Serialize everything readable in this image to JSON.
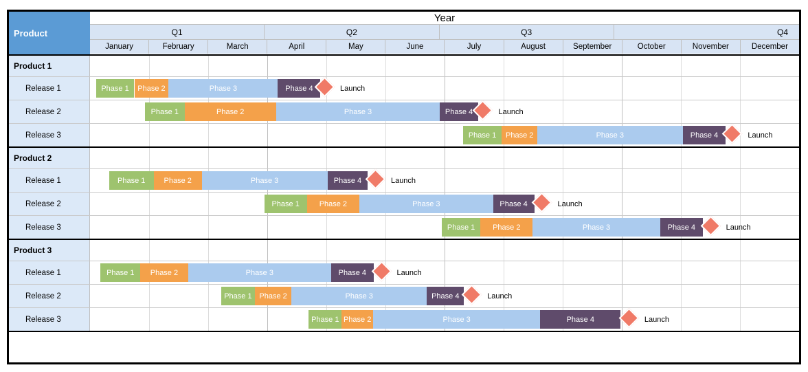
{
  "header": {
    "corner_label": "Product",
    "year_label": "Year",
    "quarters": [
      "Q1",
      "Q2",
      "Q3",
      "Q4"
    ],
    "months": [
      "January",
      "February",
      "March",
      "April",
      "May",
      "June",
      "July",
      "August",
      "September",
      "October",
      "November",
      "December"
    ]
  },
  "colors": {
    "corner_bg": "#5b9bd5",
    "header_row_bg": "#d8e4f4",
    "label_bg": "#dcе9f8",
    "label_cell_bg": "#dce9f8",
    "phase_colors": [
      "#9ec36e",
      "#f4a14a",
      "#abcbee",
      "#5f4b6b"
    ],
    "milestone_color": "#f07a67"
  },
  "chart_data": {
    "type": "bar",
    "subtype": "gantt",
    "title": "Year",
    "time_axis": {
      "quarters": [
        "Q1",
        "Q2",
        "Q3",
        "Q4"
      ],
      "months": [
        "January",
        "February",
        "March",
        "April",
        "May",
        "June",
        "July",
        "August",
        "September",
        "October",
        "November",
        "December"
      ],
      "unit": "month index, 0 = start of January, 12 = end of December"
    },
    "products": [
      {
        "name": "Product 1",
        "releases": [
          {
            "name": "Release 1",
            "phases": [
              {
                "label": "Phase 1",
                "start": 0.1,
                "end": 0.75
              },
              {
                "label": "Phase 2",
                "start": 0.75,
                "end": 1.33
              },
              {
                "label": "Phase 3",
                "start": 1.33,
                "end": 3.18
              },
              {
                "label": "Phase 4",
                "start": 3.18,
                "end": 3.9
              }
            ],
            "launch": {
              "label": "Launch",
              "month": 4.0
            }
          },
          {
            "name": "Release 2",
            "phases": [
              {
                "label": "Phase 1",
                "start": 0.93,
                "end": 1.6
              },
              {
                "label": "Phase 2",
                "start": 1.6,
                "end": 3.15
              },
              {
                "label": "Phase 3",
                "start": 3.15,
                "end": 5.92
              },
              {
                "label": "Phase 4",
                "start": 5.92,
                "end": 6.57
              }
            ],
            "launch": {
              "label": "Launch",
              "month": 6.68
            }
          },
          {
            "name": "Release 3",
            "phases": [
              {
                "label": "Phase 1",
                "start": 6.31,
                "end": 6.97
              },
              {
                "label": "Phase 2",
                "start": 6.97,
                "end": 7.57
              },
              {
                "label": "Phase 3",
                "start": 7.57,
                "end": 10.03
              },
              {
                "label": "Phase 4",
                "start": 10.03,
                "end": 10.76
              }
            ],
            "launch": {
              "label": "Launch",
              "month": 10.9
            }
          }
        ]
      },
      {
        "name": "Product 2",
        "releases": [
          {
            "name": "Release 1",
            "phases": [
              {
                "label": "Phase 1",
                "start": 0.32,
                "end": 1.08
              },
              {
                "label": "Phase 2",
                "start": 1.08,
                "end": 1.89
              },
              {
                "label": "Phase 3",
                "start": 1.89,
                "end": 4.02
              },
              {
                "label": "Phase 4",
                "start": 4.02,
                "end": 4.7
              }
            ],
            "launch": {
              "label": "Launch",
              "month": 4.86
            }
          },
          {
            "name": "Release 2",
            "phases": [
              {
                "label": "Phase 1",
                "start": 2.95,
                "end": 3.67
              },
              {
                "label": "Phase 2",
                "start": 3.67,
                "end": 4.56
              },
              {
                "label": "Phase 3",
                "start": 4.56,
                "end": 6.82
              },
              {
                "label": "Phase 4",
                "start": 6.82,
                "end": 7.52
              }
            ],
            "launch": {
              "label": "Launch",
              "month": 7.68
            }
          },
          {
            "name": "Release 3",
            "phases": [
              {
                "label": "Phase 1",
                "start": 5.95,
                "end": 6.61
              },
              {
                "label": "Phase 2",
                "start": 6.61,
                "end": 7.49
              },
              {
                "label": "Phase 3",
                "start": 7.49,
                "end": 9.65
              },
              {
                "label": "Phase 4",
                "start": 9.65,
                "end": 10.37
              }
            ],
            "launch": {
              "label": "Launch",
              "month": 10.53
            }
          }
        ]
      },
      {
        "name": "Product 3",
        "releases": [
          {
            "name": "Release 1",
            "phases": [
              {
                "label": "Phase 1",
                "start": 0.18,
                "end": 0.85
              },
              {
                "label": "Phase 2",
                "start": 0.85,
                "end": 1.66
              },
              {
                "label": "Phase 3",
                "start": 1.66,
                "end": 4.08
              },
              {
                "label": "Phase 4",
                "start": 4.08,
                "end": 4.8
              }
            ],
            "launch": {
              "label": "Launch",
              "month": 4.96
            }
          },
          {
            "name": "Release 2",
            "phases": [
              {
                "label": "Phase 1",
                "start": 2.22,
                "end": 2.79
              },
              {
                "label": "Phase 2",
                "start": 2.79,
                "end": 3.41
              },
              {
                "label": "Phase 3",
                "start": 3.41,
                "end": 5.7
              },
              {
                "label": "Phase 4",
                "start": 5.7,
                "end": 6.33
              }
            ],
            "launch": {
              "label": "Launch",
              "month": 6.49
            }
          },
          {
            "name": "Release 3",
            "phases": [
              {
                "label": "Phase 1",
                "start": 3.7,
                "end": 4.26
              },
              {
                "label": "Phase 2",
                "start": 4.26,
                "end": 4.79
              },
              {
                "label": "Phase 3",
                "start": 4.79,
                "end": 7.62
              },
              {
                "label": "Phase 4",
                "start": 7.62,
                "end": 8.98
              }
            ],
            "launch": {
              "label": "Launch",
              "month": 9.15
            }
          }
        ]
      }
    ]
  }
}
